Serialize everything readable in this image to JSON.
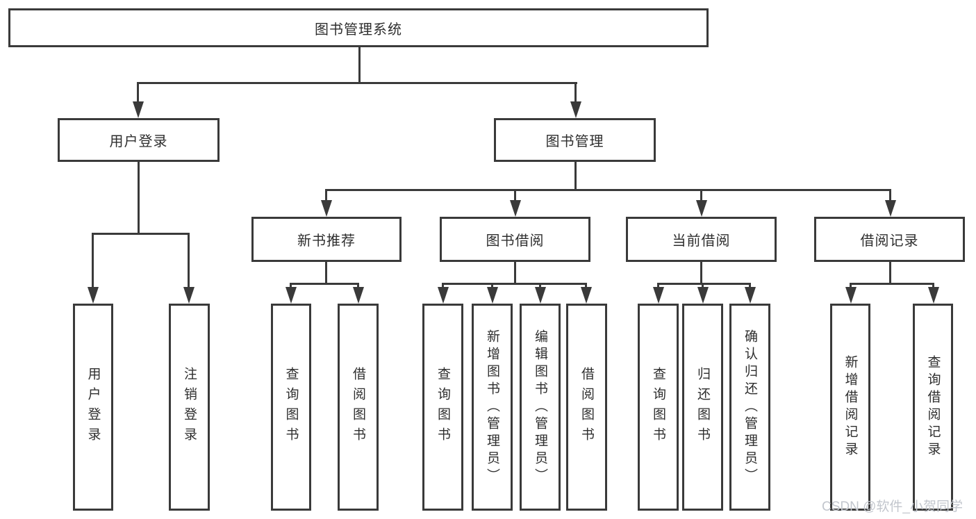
{
  "tree": {
    "root": {
      "label": "图书管理系统",
      "children": [
        {
          "label": "用户登录",
          "children": [
            {
              "label": "用户登录"
            },
            {
              "label": "注销登录"
            }
          ]
        },
        {
          "label": "图书管理",
          "children": [
            {
              "label": "新书推荐",
              "children": [
                {
                  "label": "查询图书"
                },
                {
                  "label": "借阅图书"
                }
              ]
            },
            {
              "label": "图书借阅",
              "children": [
                {
                  "label": "查询图书"
                },
                {
                  "label": "新增图书（管理员）"
                },
                {
                  "label": "编辑图书（管理员）"
                },
                {
                  "label": "借阅图书"
                }
              ]
            },
            {
              "label": "当前借阅",
              "children": [
                {
                  "label": "查询图书"
                },
                {
                  "label": "归还图书"
                },
                {
                  "label": "确认归还（管理员）"
                }
              ]
            },
            {
              "label": "借阅记录",
              "children": [
                {
                  "label": "新增借阅记录"
                },
                {
                  "label": "查询借阅记录"
                }
              ]
            }
          ]
        }
      ]
    }
  },
  "watermark": {
    "text": "CSDN @软件_小贺同学"
  },
  "colors": {
    "line": "#3a3a3a",
    "text": "#2e2e2e",
    "watermark": "#c2c6cd",
    "background": "#ffffff"
  }
}
